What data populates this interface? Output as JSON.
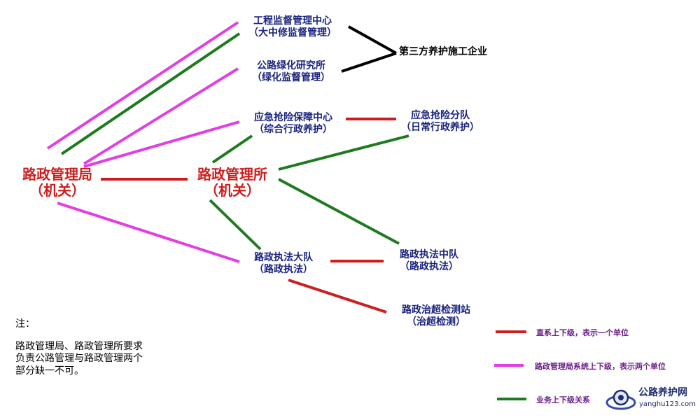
{
  "nodes": {
    "engineering_center": {
      "line1": "工程监督管理中心",
      "line2": "（大中修监督管理）"
    },
    "greening_institute": {
      "line1": "公路绿化研究所",
      "line2": "（绿化监督管理）"
    },
    "emergency_center": {
      "line1": "应急抢险保障中心",
      "line2": "（综合行政养护）"
    },
    "third_party": {
      "line1": "第三方养护施工企业"
    },
    "emergency_squad": {
      "line1": "应急抢险分队",
      "line2": "（日常行政养护）"
    },
    "bureau": {
      "line1": "路政管理局",
      "line2": "（机关）"
    },
    "office": {
      "line1": "路政管理所",
      "line2": "（机关）"
    },
    "enforcement_brigade": {
      "line1": "路政执法大队",
      "line2": "（路政执法）"
    },
    "enforcement_squadron": {
      "line1": "路政执法中队",
      "line2": "（路政执法）"
    },
    "overload_station": {
      "line1": "路政治超检测站",
      "line2": "（治超检测）"
    }
  },
  "note": {
    "title": "注：",
    "line1": "路政管理局、路政管理所要求",
    "line2": "负责公路管理与路政管理两个",
    "line3": "部分缺一不可。"
  },
  "legend": {
    "red": "直系上下级，表示一个单位",
    "magenta": "路政管理局系统上下级，表示两个单位",
    "green": "业务上下级关系"
  },
  "logo": {
    "name": "公路养护网",
    "url": "yanghu123.com"
  },
  "colors": {
    "red": "#cc1e1e",
    "magenta": "#e23fe2",
    "green": "#1e7a1e",
    "black": "#000000",
    "blue_text": "#1a237e"
  }
}
